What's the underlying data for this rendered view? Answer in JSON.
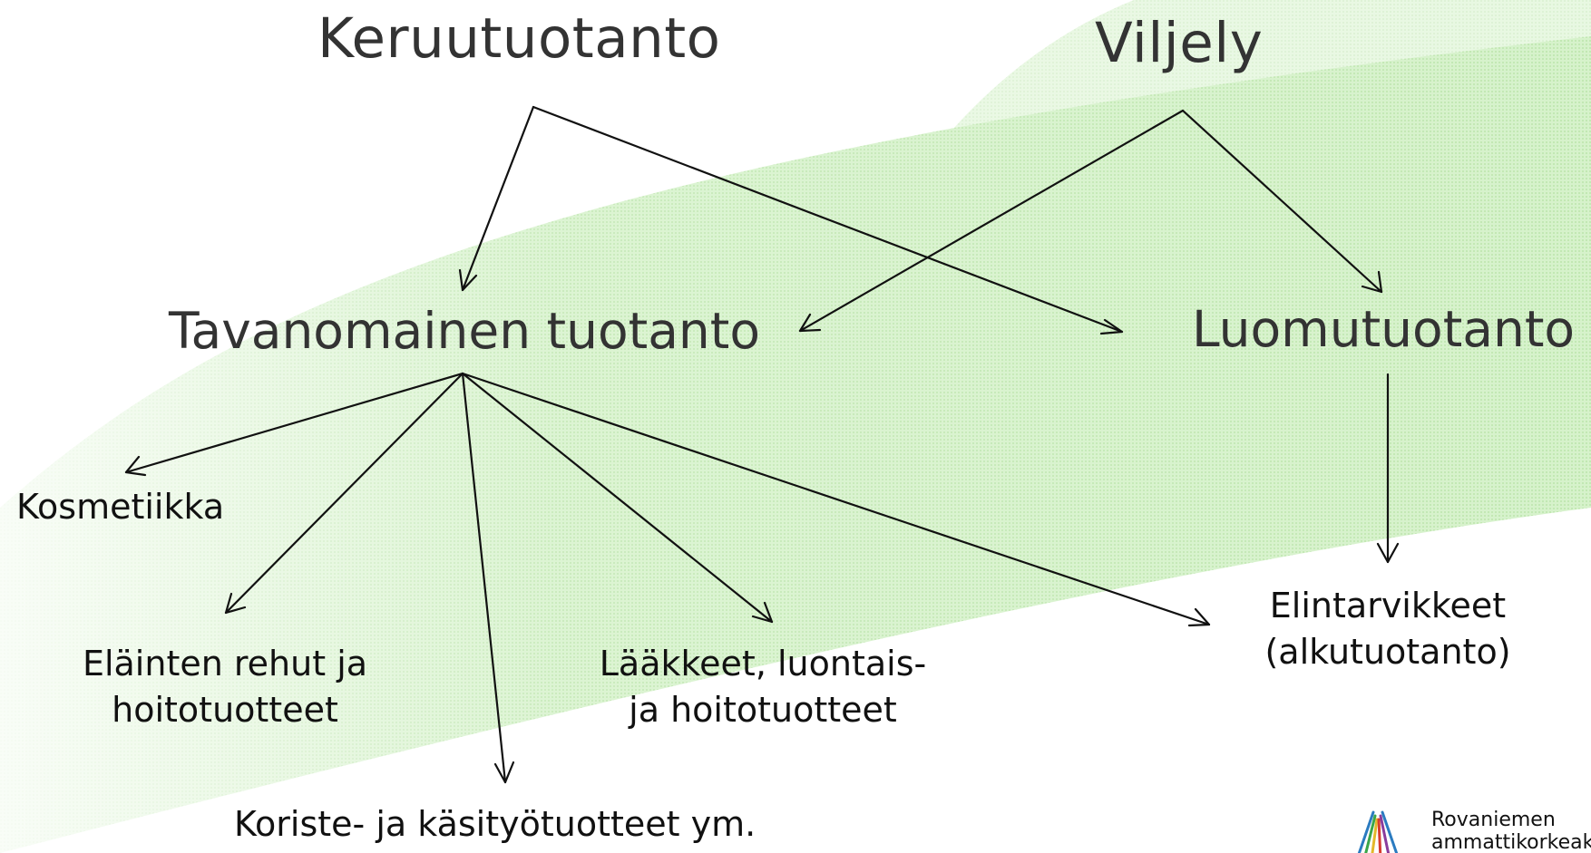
{
  "nodes": {
    "keruutuotanto": "Keruutuotanto",
    "viljely": "Viljely",
    "tavanomainen": "Tavanomainen tuotanto",
    "luomutuotanto": "Luomutuotanto",
    "kosmetiikka": "Kosmetiikka",
    "elainten_line1": "Eläinten rehut ja",
    "elainten_line2": "hoitotuotteet",
    "laakkeet_line1": "Lääkkeet, luontais-",
    "laakkeet_line2": "ja hoitotuotteet",
    "elintarvikkeet_line1": "Elintarvikkeet",
    "elintarvikkeet_line2": "(alkutuotanto)",
    "koriste": "Koriste- ja käsityötuotteet ym."
  },
  "logo": {
    "line1": "Rovaniemen",
    "line2": "ammattikorkeakoulu"
  },
  "colors": {
    "text": "#333333",
    "arrow": "#111111",
    "swoosh": "#cdeec0"
  }
}
